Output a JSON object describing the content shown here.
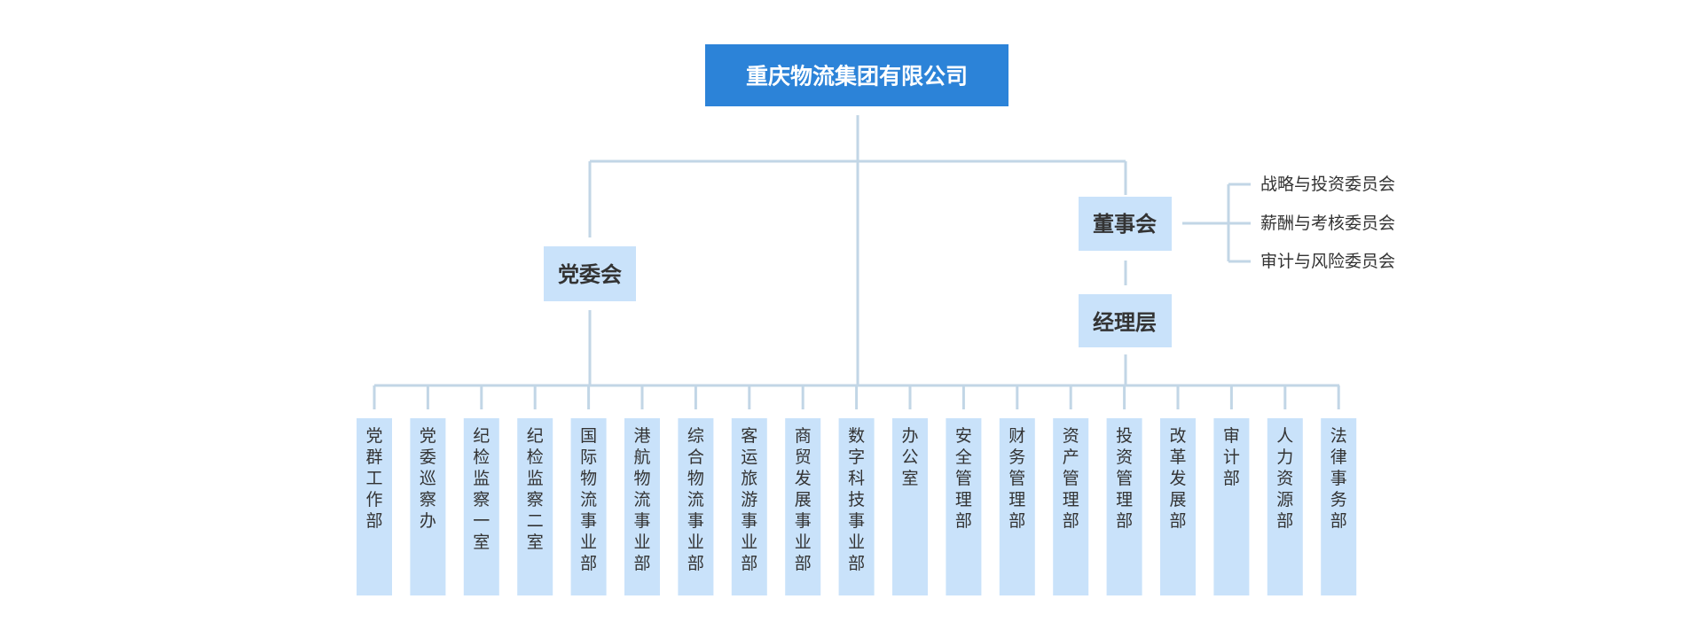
{
  "root": {
    "label": "重庆物流集团有限公司"
  },
  "party_committee": {
    "label": "党委会"
  },
  "board": {
    "label": "董事会"
  },
  "management": {
    "label": "经理层"
  },
  "committees": [
    {
      "label": "战略与投资委员会"
    },
    {
      "label": "薪酬与考核委员会"
    },
    {
      "label": "审计与风险委员会"
    }
  ],
  "departments": [
    {
      "label": "党群工作部"
    },
    {
      "label": "党委巡察办"
    },
    {
      "label": "纪检监察一室"
    },
    {
      "label": "纪检监察二室"
    },
    {
      "label": "国际物流事业部"
    },
    {
      "label": "港航物流事业部"
    },
    {
      "label": "综合物流事业部"
    },
    {
      "label": "客运旅游事业部"
    },
    {
      "label": "商贸发展事业部"
    },
    {
      "label": "数字科技事业部"
    },
    {
      "label": "办公室"
    },
    {
      "label": "安全管理部"
    },
    {
      "label": "财务管理部"
    },
    {
      "label": "资产管理部"
    },
    {
      "label": "投资管理部"
    },
    {
      "label": "改革发展部"
    },
    {
      "label": "审计部"
    },
    {
      "label": "人力资源部"
    },
    {
      "label": "法律事务部"
    }
  ],
  "colors": {
    "root_fill": "#2c83d8",
    "box_fill": "#c9e2fa",
    "connector": "#c2d6e6",
    "text": "#333333"
  }
}
